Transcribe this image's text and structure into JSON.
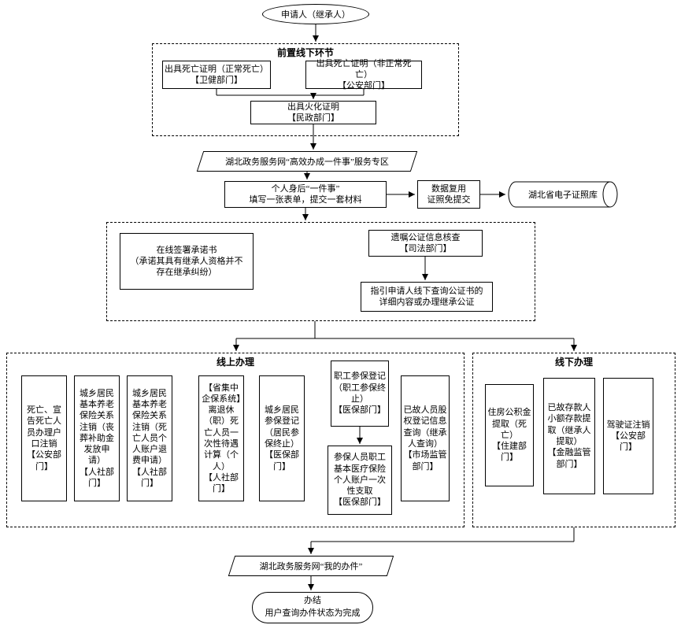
{
  "start_node": "申请人（继承人）",
  "pre_section": {
    "label": "前置线下环节",
    "normal_death": "出具死亡证明（正常死亡）\n【卫健部门】",
    "abnormal_death": "出具死亡证明（非正常死亡）\n【公安部门】",
    "cremation": "出具火化证明\n【民政部门】"
  },
  "portal_entry": "湖北政务服务网“高效办成一件事”服务专区",
  "one_thing": "个人身后“一件事”\n填写一张表单，提交一套材料",
  "data_reuse": "数据复用\n证照免提交",
  "license_db": "湖北省电子证照库",
  "middle": {
    "commitment": "在线签署承诺书\n（承诺其具有继承人资格并不\n存在继承纠纷）",
    "will_check": "遗嘱公证信息核查\n【司法部门】",
    "guide": "指引申请人线下查询公证书的\n详细内容或办理继承公证"
  },
  "online": {
    "label": "线上办理",
    "items": [
      "死亡、宣告死亡人员办理户口注销\n【公安部门】",
      "城乡居民基本养老保险关系注销（丧葬补助金发放申请）\n【人社部门】",
      "城乡居民基本养老保险关系注销（死亡人员个人账户退费申请）\n【人社部门】",
      "【省集中企保系统】离退休（职）死亡人员一次性待遇计算（个人）\n【人社部门】",
      "城乡居民参保登记（居民参保终止）\n【医保部门】",
      "职工参保登记（职工参保终止）\n【医保部门】",
      "已故人员股权登记信息查询（继承人查询）\n【市场监管部门】"
    ],
    "medical_withdraw": "参保人员职工基本医疗保险个人账户一次性支取\n【医保部门】"
  },
  "offline": {
    "label": "线下办理",
    "items": [
      "住房公积金提取（死亡）\n【住建部门】",
      "已故存款人小额存款提取（继承人提取）\n【金融监管部门】",
      "驾驶证注销\n【公安部门】"
    ]
  },
  "portal_result": "湖北政务服务网“我的办件”",
  "end_node": "办结\n用户查询办件状态为完成"
}
